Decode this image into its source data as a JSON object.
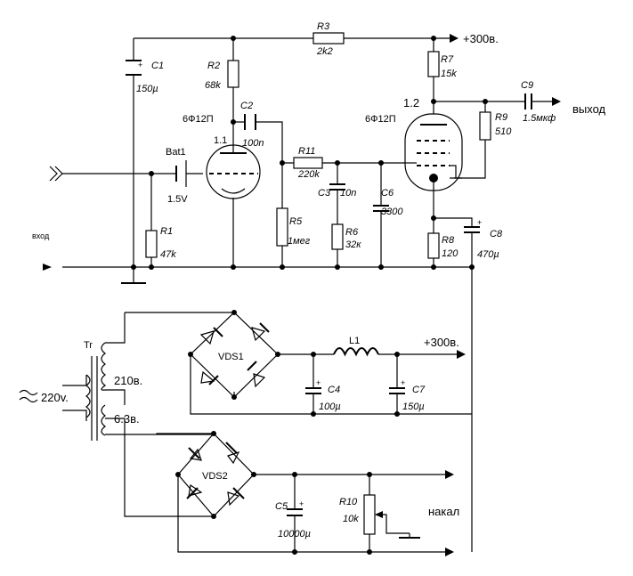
{
  "labels": {
    "c1": "C1",
    "c1_val": "150µ",
    "r2": "R2",
    "r2_val": "68k",
    "r3": "R3",
    "r3_val": "2k2",
    "r7": "R7",
    "r7_val": "15k",
    "v_plus_top": "+300в.",
    "c2": "C2",
    "c2_val": "100n",
    "c9": "C9",
    "c9_val": "1.5мкф",
    "r9": "R9",
    "r9_val": "510",
    "output": "выход",
    "tube1_type": "6Ф12П",
    "tube1_id": "1.1",
    "tube2_type": "6Ф12П",
    "tube2_id": "1.2",
    "bat1": "Bat1",
    "bat1_val": "1.5V",
    "r11": "R11",
    "r11_val": "220k",
    "c3": "C3",
    "c3_val": "10n",
    "c6": "C6",
    "c6_val": "3300",
    "r5": "R5",
    "r5_val": "1мег",
    "r6": "R6",
    "r6_val": "32к",
    "r8": "R8",
    "r8_val": "120",
    "c8": "C8",
    "c8_val": "470µ",
    "r1": "R1",
    "r1_val": "47k",
    "input": "вход",
    "tr": "Tr",
    "vds1": "VDS1",
    "l1": "L1",
    "v_plus_ps": "+300в.",
    "v210": "210в.",
    "mains": "220v.",
    "v63": "6.3в.",
    "c4": "C4",
    "c4_val": "100µ",
    "c7": "C7",
    "c7_val": "150µ",
    "vds2": "VDS2",
    "c5": "C5",
    "c5_val": "10000µ",
    "r10": "R10",
    "r10_val": "10k",
    "heater": "накал",
    "plus": "+"
  }
}
